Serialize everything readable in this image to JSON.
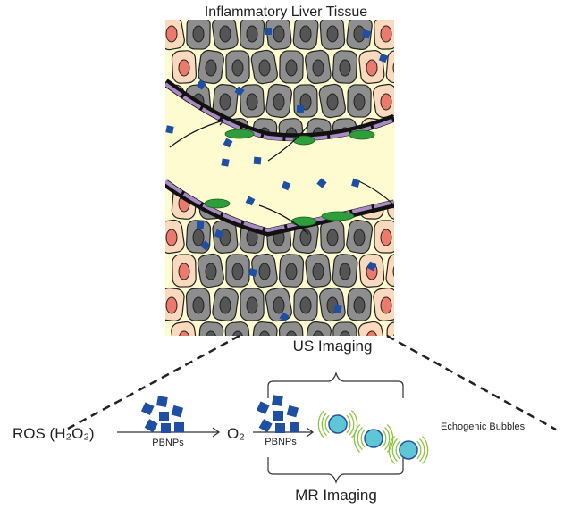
{
  "title": "Inflammatory Liver Tissue",
  "reaction": {
    "reactant": "ROS (H₂O₂)",
    "catalyst_1": "PBNPs",
    "intermediate": "O₂",
    "catalyst_2": "PBNPs",
    "product": "Echogenic Bubbles"
  },
  "imaging": {
    "us": "US Imaging",
    "mr": "MR Imaging"
  },
  "colors": {
    "background": "#fdfbcf",
    "hepatocyte": "#8e8e8e",
    "edge_cell": "#fbd9bd",
    "edge_nucleus": "#ec7a6c",
    "nanoparticle": "#1f4fa3",
    "endothelium": "#a98bc4",
    "kupffer": "#2e9e3a",
    "bubble": "#5ec7d6",
    "wave": "#8cc63f"
  }
}
